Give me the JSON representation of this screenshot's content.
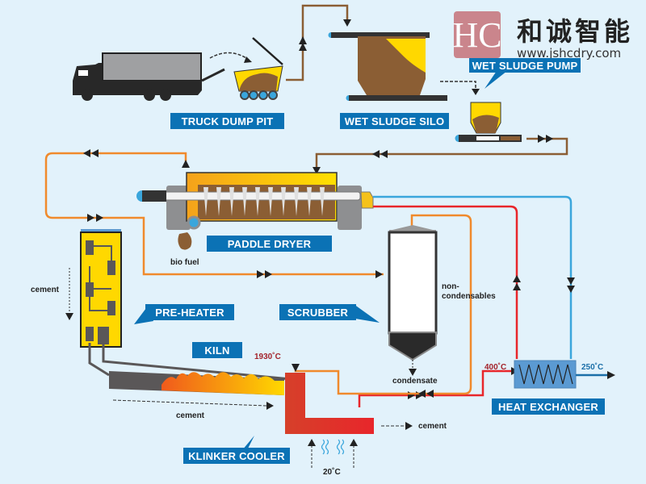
{
  "logo": {
    "mark": "HC",
    "brand_cn": "和诚智能",
    "url": "www.jshcdry.com"
  },
  "labels": {
    "truck_dump_pit": "TRUCK DUMP PIT",
    "wet_sludge_silo": "WET SLUDGE SILO",
    "wet_sludge_pump": "WET SLUDGE PUMP",
    "paddle_dryer": "PADDLE DRYER",
    "pre_heater": "PRE-HEATER",
    "scrubber": "SCRUBBER",
    "kiln": "KILN",
    "klinker_cooler": "KLINKER COOLER",
    "heat_exchanger": "HEAT EXCHANGER"
  },
  "annotations": {
    "bio_fuel": "bio fuel",
    "cement_left": "cement",
    "cement_kiln": "cement",
    "cement_cooler": "cement",
    "non_condensables_1": "non-",
    "non_condensables_2": "condensables",
    "condensate": "condensate"
  },
  "temperatures": {
    "kiln": "1930˚C",
    "heat_in": "400˚C",
    "heat_out": "250˚C",
    "air_in": "20˚C"
  },
  "colors": {
    "label_bg": "#0b72b5",
    "sludge": "#8b5e34",
    "hot_line": "#e8262b",
    "cool_line": "#3aa6dc",
    "gas_line": "#f08a2c",
    "yellow": "#ffd800"
  }
}
